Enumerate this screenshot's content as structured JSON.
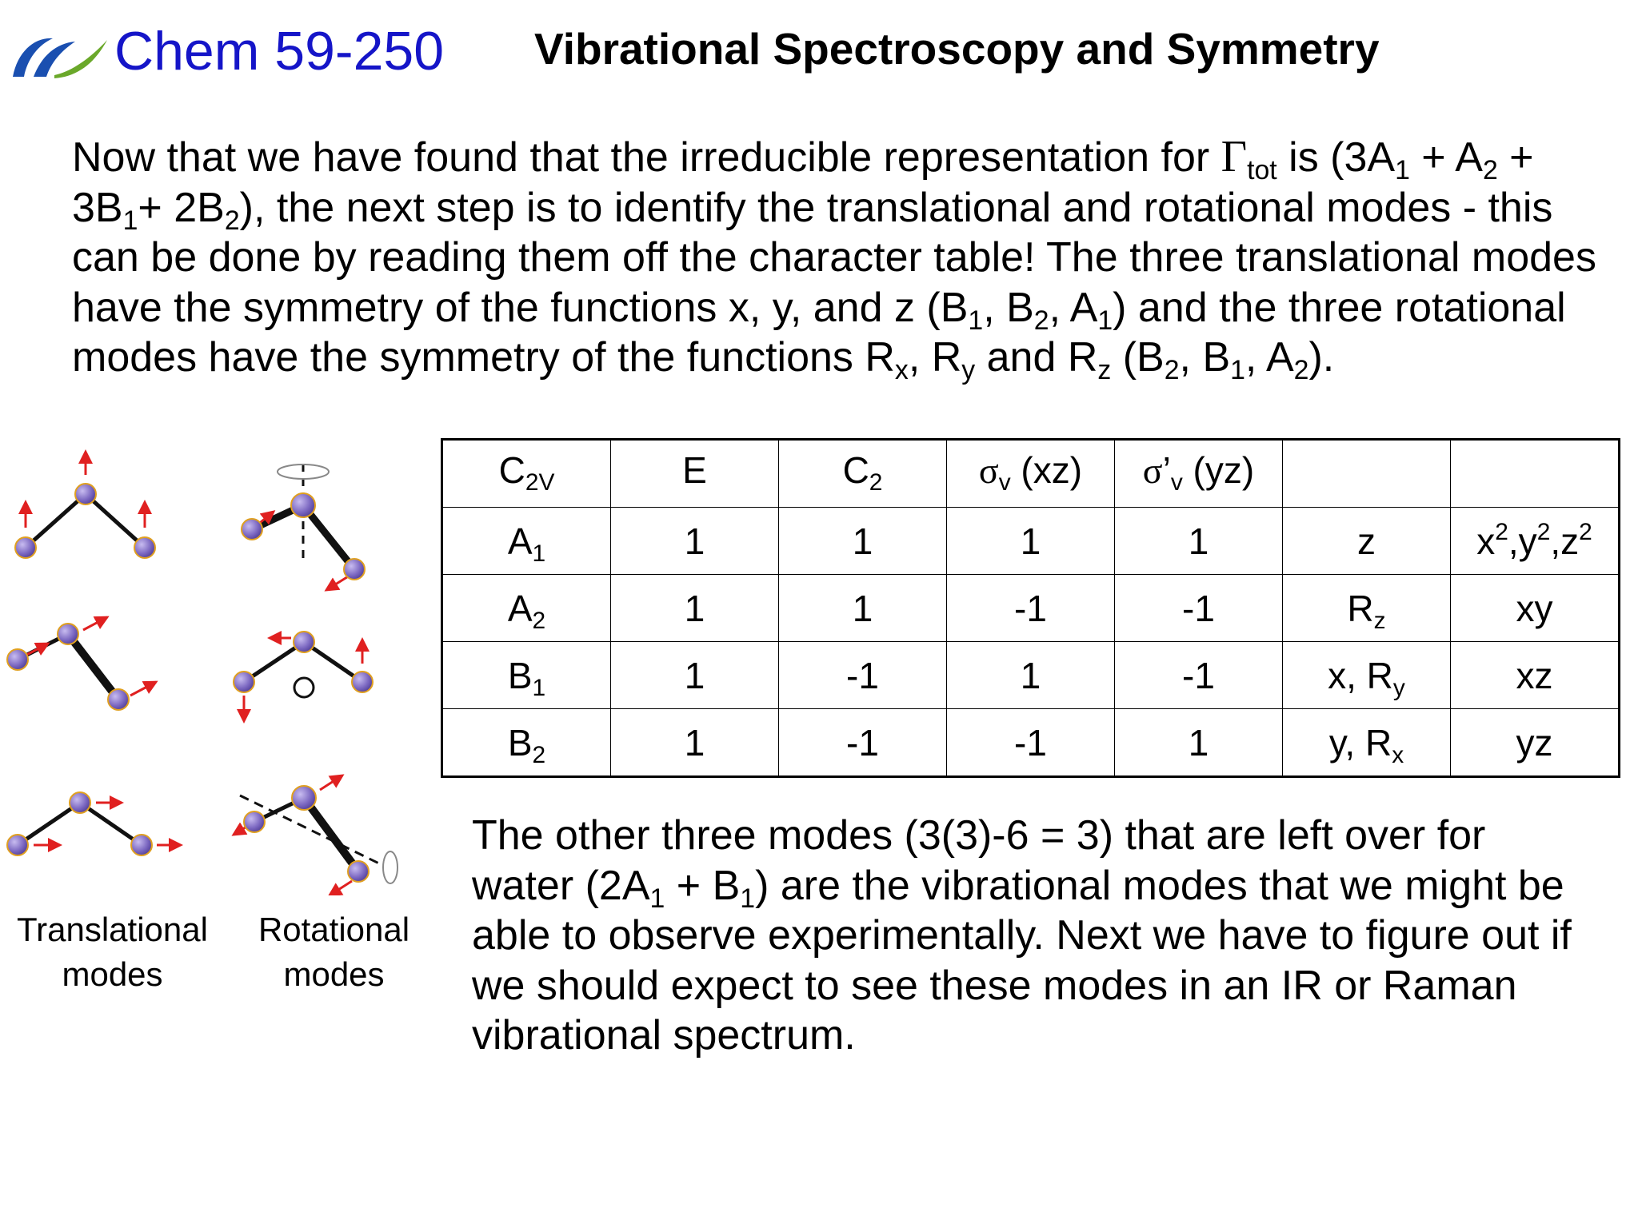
{
  "header": {
    "course": "Chem 59-250",
    "title": "Vibrational Spectroscopy and Symmetry"
  },
  "intro": {
    "l1a": "Now that we have found that the irreducible representation for ",
    "gamma": "Γ",
    "tot": "tot",
    "l1b": " is (3A",
    "s1": "1",
    "l1c": " + A",
    "s2": "2",
    "l1d": " +",
    "l2a": "3B",
    "s3": "1",
    "l2b": "+ 2B",
    "s4": "2",
    "l2c": "), the next step is to identify the translational and rotational modes - this",
    "l3": "can be done by reading them off the character table!  The three translational modes",
    "l4a": "have the symmetry of the functions x, y, and z (B",
    "s5": "1",
    "l4b": ", B",
    "s6": "2",
    "l4c": ", A",
    "s7": "1",
    "l4d": ") and the three rotational",
    "l5a": "modes have the symmetry of the functions R",
    "s8": "x",
    "l5b": ", R",
    "s9": "y",
    "l5c": " and R",
    "s10": "z",
    "l5d": " (B",
    "s11": "2",
    "l5e": ", B",
    "s12": "1",
    "l5f": ", A",
    "s13": "2",
    "l5g": ")."
  },
  "table": {
    "header": {
      "group": "C",
      "group_sub": "2V",
      "e": "E",
      "c2": "C",
      "c2_sub": "2",
      "sv_sym": "σ",
      "sv_sub": "v",
      "sv_rest": " (xz)",
      "svp_sym": "σ",
      "svp_prime": "’",
      "svp_sub": "v",
      "svp_rest": " (yz)",
      "lin": "",
      "quad": ""
    },
    "rows": [
      {
        "irrep": "A",
        "irrep_sub": "1",
        "e": "1",
        "c2": "1",
        "sv": "1",
        "svp": "1",
        "lin": "z",
        "lin_sub": "",
        "quad_pre": "x",
        "quad_a": ",y",
        "quad_b": ",z",
        "sup": "2"
      },
      {
        "irrep": "A",
        "irrep_sub": "2",
        "e": "1",
        "c2": "1",
        "sv": "-1",
        "svp": "-1",
        "lin": "R",
        "lin_sub": "z",
        "quad": "xy"
      },
      {
        "irrep": "B",
        "irrep_sub": "1",
        "e": "1",
        "c2": "-1",
        "sv": "1",
        "svp": "-1",
        "lin": "x, R",
        "lin_sub": "y",
        "quad": "xz"
      },
      {
        "irrep": "B",
        "irrep_sub": "2",
        "e": "1",
        "c2": "-1",
        "sv": "-1",
        "svp": "1",
        "lin": "y, R",
        "lin_sub": "x",
        "quad": "yz"
      }
    ]
  },
  "captions": {
    "trans1": "Translational",
    "trans2": "modes",
    "rot1": "Rotational",
    "rot2": "modes"
  },
  "outro": {
    "l1": "The other three modes (3(3)-6 = 3) that are left over for",
    "l2a": "water (2A",
    "s1": "1",
    "l2b": " + B",
    "s2": "1",
    "l2c": ") are the  vibrational modes that we might be",
    "l3": "able to observe experimentally.  Next we have to figure out if",
    "l4": "we should expect to see these modes in an IR or Raman",
    "l5": "vibrational spectrum."
  },
  "colors": {
    "course": "#1515c8",
    "arrow": "#e02020",
    "atom": "#8a78c8",
    "atom_ring": "#e0a020",
    "logo_blue": "#1a4fb0",
    "logo_green": "#6aa82a"
  }
}
